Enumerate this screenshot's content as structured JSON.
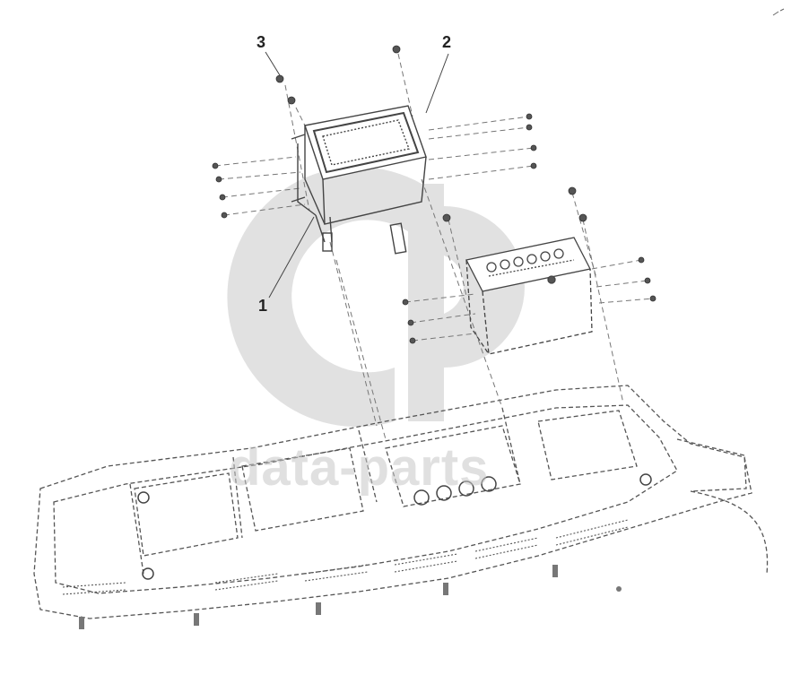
{
  "callouts": [
    {
      "id": "1",
      "label": "1"
    },
    {
      "id": "2",
      "label": "2"
    },
    {
      "id": "3",
      "label": "3"
    }
  ],
  "watermark": {
    "text": "data-parts",
    "color": "#c4c4c4"
  },
  "colors": {
    "line": "#555555",
    "dashed": "#8a8a8a",
    "background": "#ffffff"
  }
}
